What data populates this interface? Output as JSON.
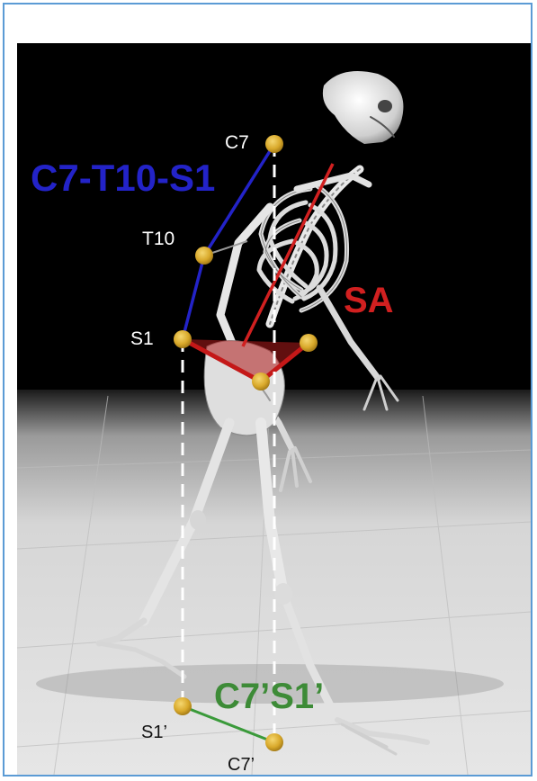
{
  "labels": {
    "c7": "C7",
    "t10": "T10",
    "s1": "S1",
    "s1_prime": "S1’",
    "c7_prime": "C7’",
    "c7_t10_s1": "C7-T10-S1",
    "sa": "SA",
    "c7s1_prime": "C7’S1’"
  },
  "colors": {
    "frame_border": "#5b9bd5",
    "background_dark": "#000000",
    "floor": "#d8d8d8",
    "spine_line": "#2323c8",
    "sa_line": "#d12020",
    "pelvis_fill": "#b01c1c",
    "projection_line": "#3a9a3a",
    "green_label": "#3d8b37",
    "landmark_point": "#d9a92b",
    "dashed_line": "#ffffff"
  },
  "icons": {
    "skeleton": "walking-skeleton-illustration",
    "landmark": "landmark-dot"
  }
}
